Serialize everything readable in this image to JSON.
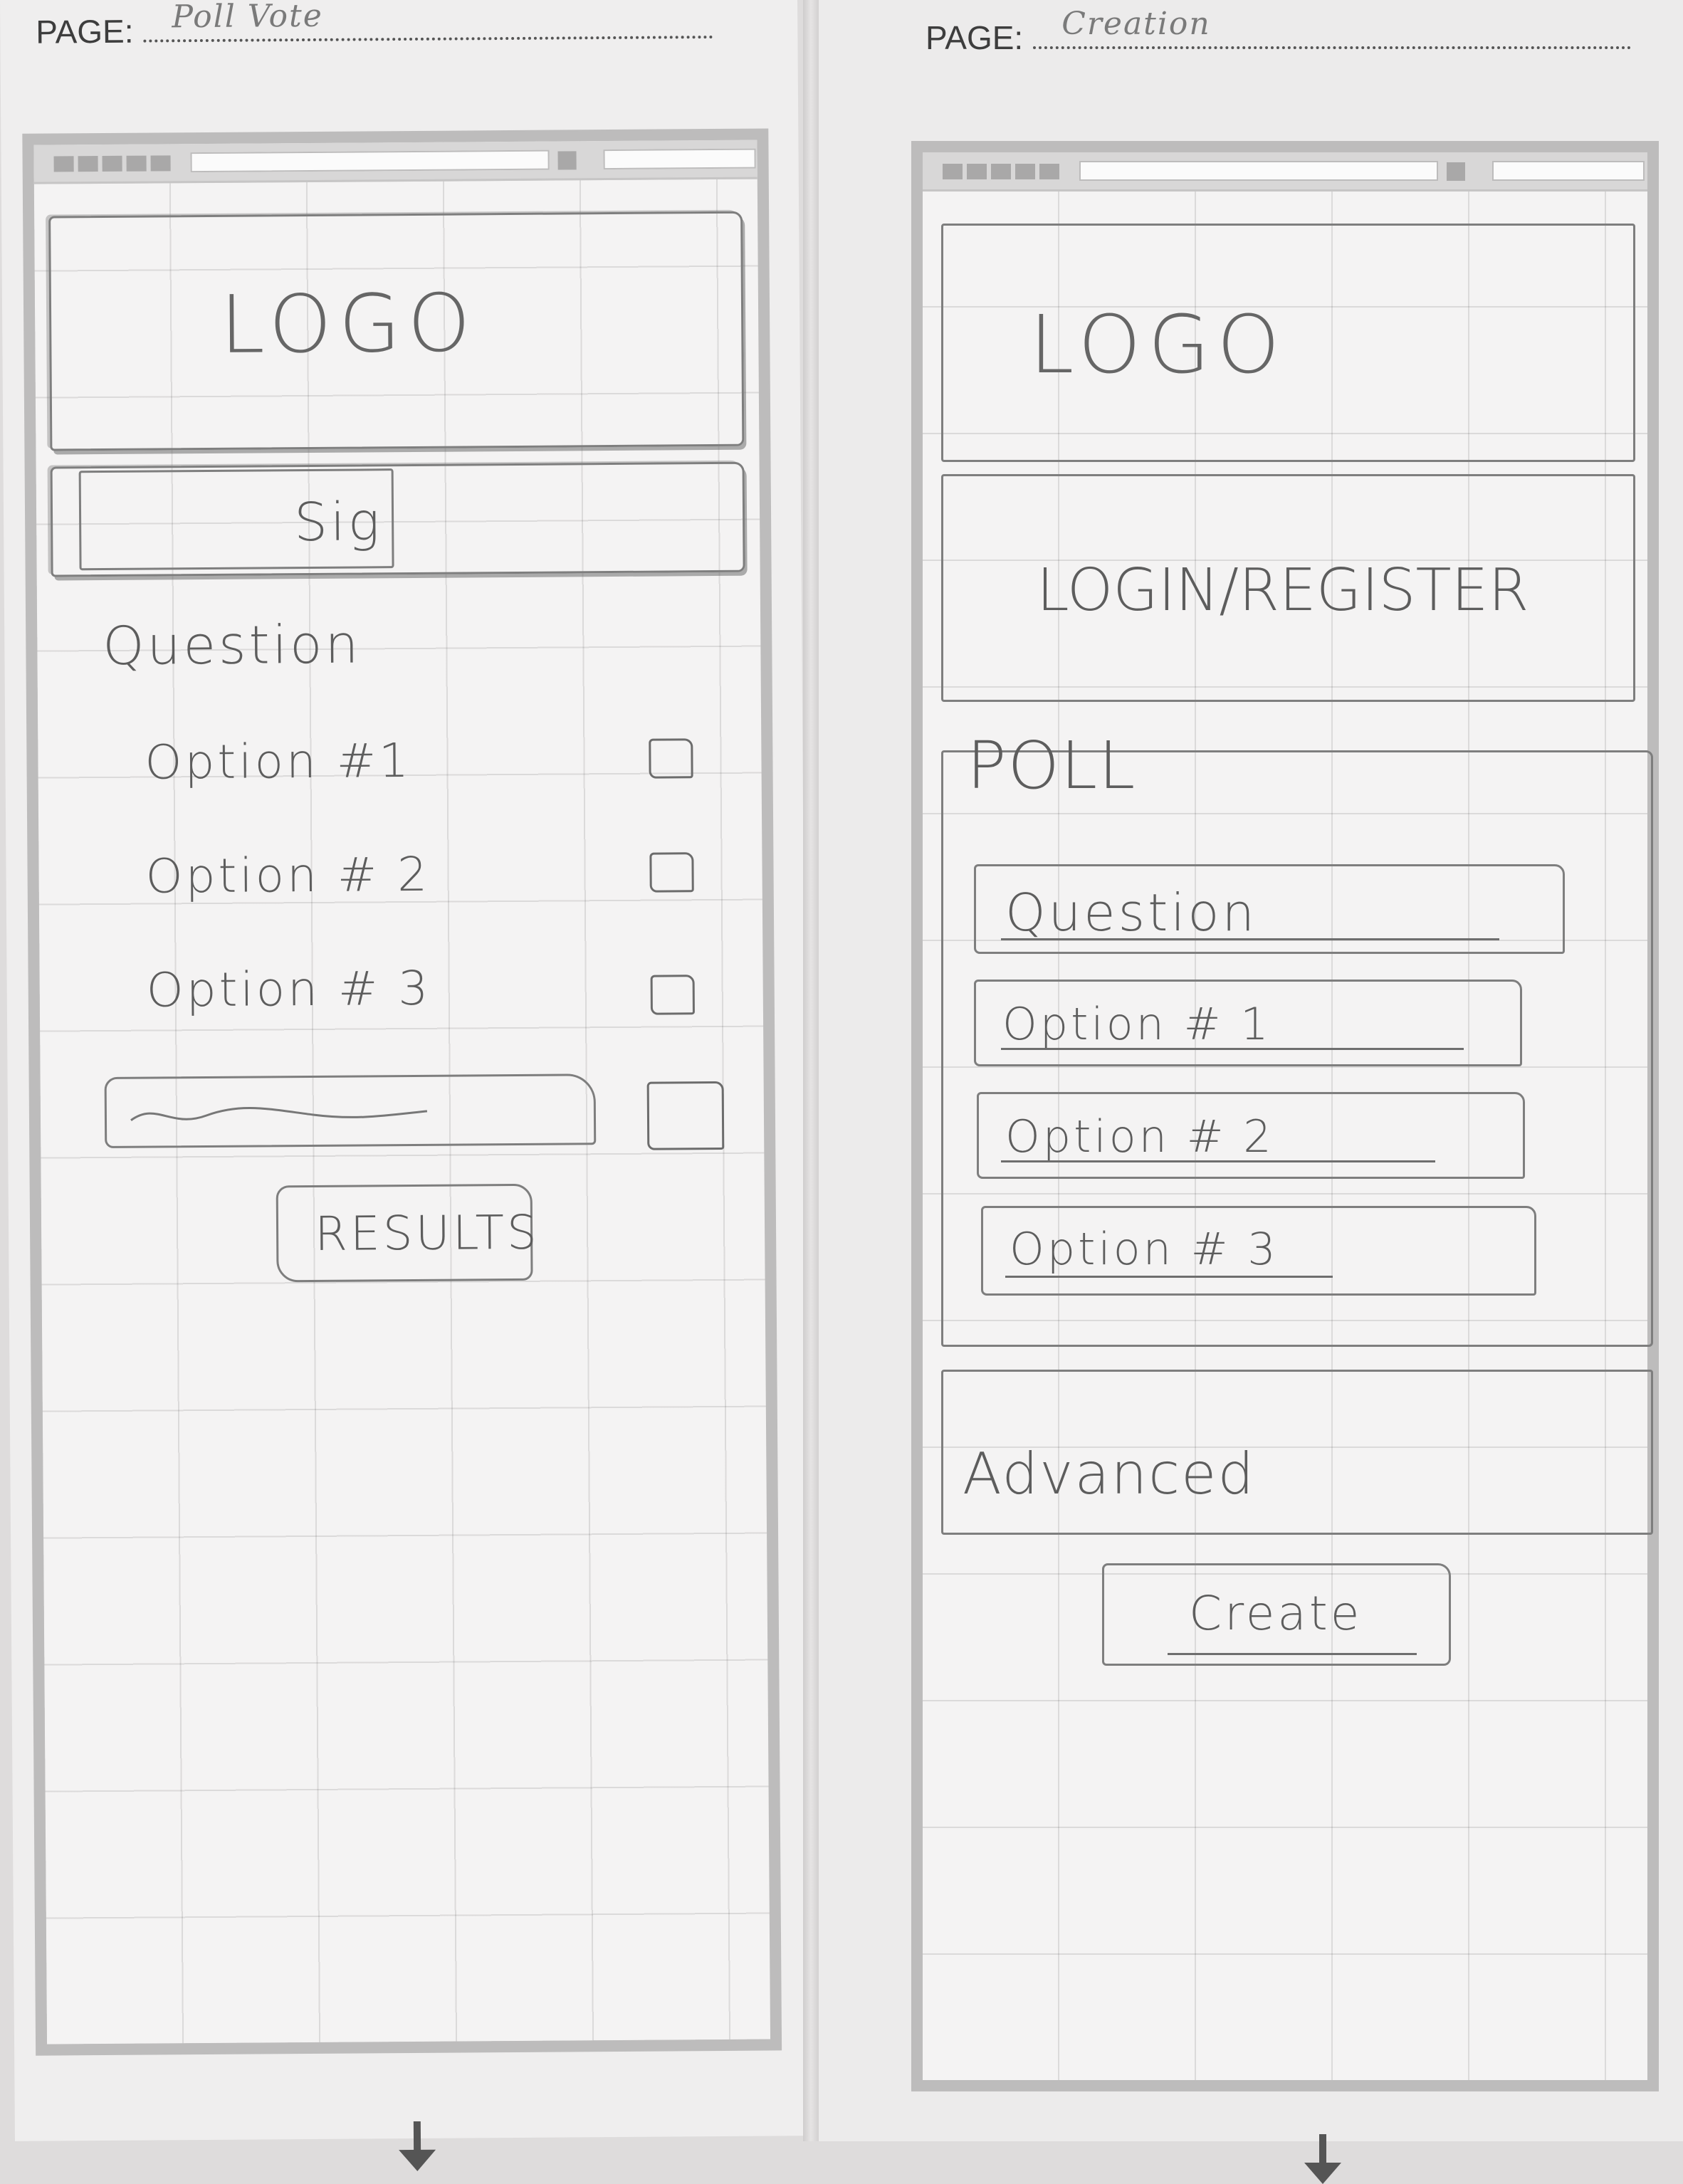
{
  "left_page": {
    "page_label_prefix": "PAGE:",
    "page_name": "Poll Vote",
    "logo": "LOGO",
    "signin_label": "Sig",
    "question": "Question",
    "options": [
      "Option #1",
      "Option # 2",
      "Option # 3"
    ],
    "results_button": "RESULTS"
  },
  "right_page": {
    "page_label_prefix": "PAGE:",
    "page_name": "Creation",
    "logo": "LOGO",
    "login_register": "LOGIN/REGISTER",
    "poll_heading": "POLL",
    "question_field": "Question",
    "option_fields": [
      "Option # 1",
      "Option # 2",
      "Option # 3"
    ],
    "advanced_label": "Advanced",
    "create_button": "Create"
  }
}
